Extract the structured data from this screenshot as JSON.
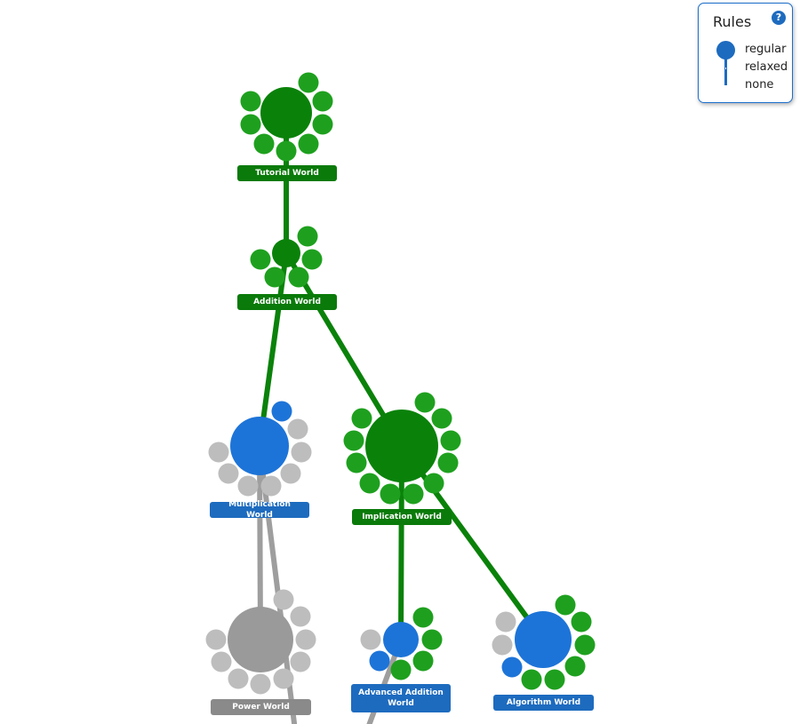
{
  "colors": {
    "completed": "#0a820a",
    "completed_level": "#1ea01e",
    "playable": "#1d74d8",
    "locked_world": "#9a9a9a",
    "locked_level": "#bdbdbd",
    "edge_completed": "#0a820a",
    "edge_locked": "#9e9e9e"
  },
  "worlds": [
    {
      "id": "tutorial",
      "label": "Tutorial World",
      "status": "completed",
      "levels": [
        "completed",
        "completed",
        "completed",
        "completed",
        "completed",
        "completed",
        "completed",
        "completed"
      ]
    },
    {
      "id": "addition",
      "label": "Addition World",
      "status": "completed",
      "levels": [
        "completed",
        "completed",
        "completed",
        "completed",
        "completed"
      ]
    },
    {
      "id": "multiplication",
      "label": "Multiplication World",
      "status": "playable",
      "levels": [
        "playable",
        "locked",
        "locked",
        "locked",
        "locked",
        "locked",
        "locked",
        "locked"
      ]
    },
    {
      "id": "implication",
      "label": "Implication World",
      "status": "completed",
      "levels": [
        "completed",
        "completed",
        "completed",
        "completed",
        "completed",
        "completed",
        "completed",
        "completed",
        "completed",
        "completed",
        "completed"
      ]
    },
    {
      "id": "power",
      "label": "Power World",
      "status": "locked",
      "levels": [
        "locked",
        "locked",
        "locked",
        "locked",
        "locked",
        "locked",
        "locked",
        "locked",
        "locked"
      ]
    },
    {
      "id": "advanced-addition",
      "label": "Advanced Addition World",
      "status": "playable",
      "levels": [
        "completed",
        "completed",
        "completed",
        "completed",
        "playable",
        "locked"
      ]
    },
    {
      "id": "algorithm",
      "label": "Algorithm World",
      "status": "playable",
      "levels": [
        "completed",
        "completed",
        "completed",
        "completed",
        "completed",
        "completed",
        "playable",
        "locked",
        "locked"
      ]
    }
  ],
  "connections": [
    {
      "from": "tutorial",
      "to": "addition",
      "status": "completed"
    },
    {
      "from": "addition",
      "to": "multiplication",
      "status": "completed"
    },
    {
      "from": "addition",
      "to": "implication",
      "status": "completed"
    },
    {
      "from": "implication",
      "to": "advanced-addition",
      "status": "completed"
    },
    {
      "from": "implication",
      "to": "algorithm",
      "status": "completed"
    },
    {
      "from": "multiplication",
      "to": "power",
      "status": "locked"
    },
    {
      "from": "multiplication",
      "to": "offscreen-a",
      "status": "locked"
    },
    {
      "from": "advanced-addition",
      "to": "offscreen-b",
      "status": "locked"
    }
  ],
  "rules_panel": {
    "title": "Rules",
    "help_icon": "question-mark-icon",
    "options": [
      "regular",
      "relaxed",
      "none"
    ],
    "selected": "regular"
  }
}
